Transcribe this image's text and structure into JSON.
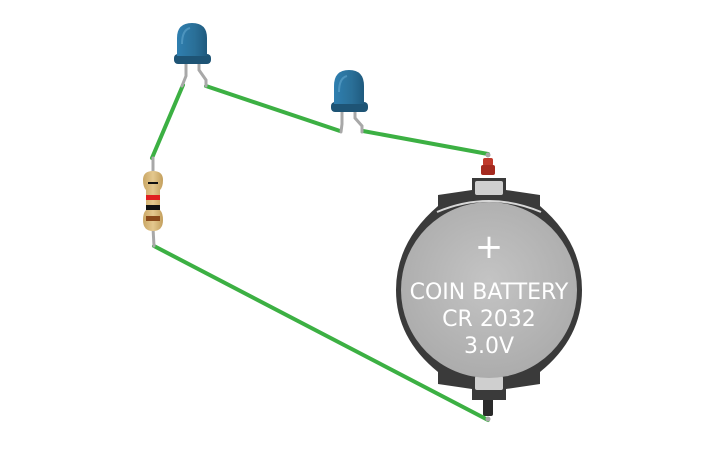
{
  "battery": {
    "polarity_symbol": "+",
    "label_line1": "COIN BATTERY",
    "label_line2": "CR 2032",
    "label_line3": "3.0V"
  },
  "colors": {
    "background": "#ffffff",
    "wire": "#3cb043",
    "led_body": "#2a6f97",
    "led_dark": "#1e5475",
    "lead": "#a8a8a8",
    "holder": "#3a3a3a",
    "cell": "#b8b8b8",
    "positive_terminal": "#c0392b",
    "resistor_body": "#d8b97a",
    "resistor_band_1": "#111111",
    "resistor_band_2": "#e02020",
    "resistor_band_3": "#111111",
    "resistor_band_4": "#8a4a1a"
  },
  "components": {
    "leds": [
      "led-1",
      "led-2"
    ],
    "resistor": "resistor",
    "battery": "coin-battery"
  }
}
